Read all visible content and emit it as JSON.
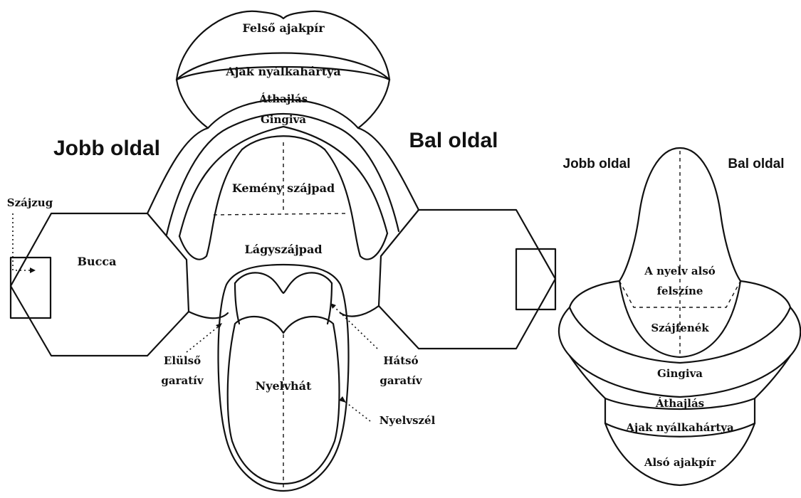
{
  "diagram": {
    "left_view": {
      "side_right_label": "Jobb oldal",
      "side_left_label": "Bal oldal",
      "upper_lip": "Felső ajakpír",
      "lip_mucosa": "Ajak nyálkahártya",
      "fold": "Áthajlás",
      "gingiva": "Gingiva",
      "hard_palate": "Kemény szájpad",
      "soft_palate": "Lágyszájpad",
      "bucca": "Bucca",
      "mouth_corner": "Szájzug",
      "anterior_arch_line1": "Elülső",
      "anterior_arch_line2": "garatív",
      "posterior_arch_line1": "Hátsó",
      "posterior_arch_line2": "garatív",
      "tongue_back": "Nyelvhát",
      "tongue_edge": "Nyelvszél"
    },
    "right_view": {
      "side_right_label": "Jobb oldal",
      "side_left_label": "Bal oldal",
      "tongue_underside_line1": "A nyelv alsó",
      "tongue_underside_line2": "felszíne",
      "mouth_floor": "Szájfenék",
      "gingiva": "Gingiva",
      "fold": "Áthajlás",
      "lip_mucosa": "Ajak nyálkahártya",
      "lower_lip": "Alsó ajakpír"
    }
  }
}
